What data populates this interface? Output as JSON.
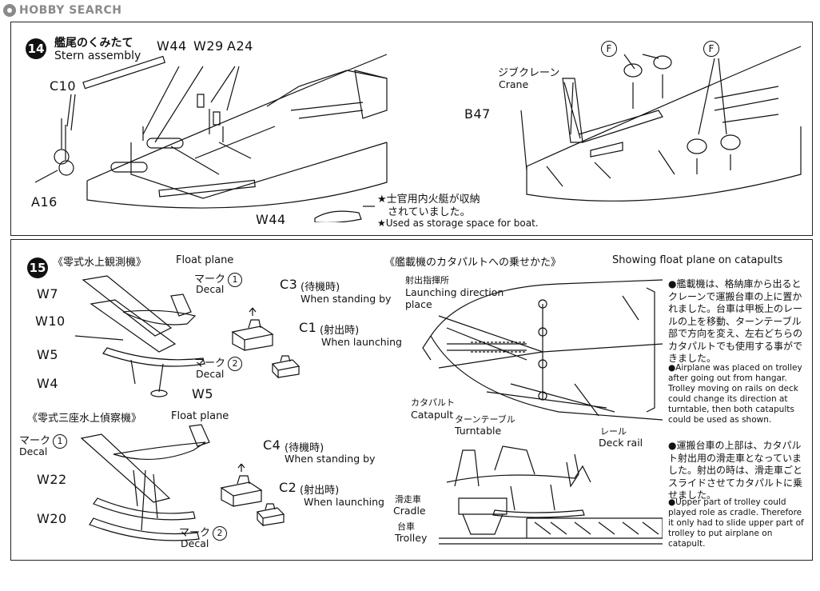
{
  "watermark": {
    "logo": "HOBBY SEARCH"
  },
  "step14": {
    "number": "14",
    "title_jp": "艦尾のくみたて",
    "title_en": "Stern assembly",
    "parts": {
      "w44_top": "W44",
      "w29": "W29",
      "a24": "A24",
      "c10": "C10",
      "a16": "A16",
      "w44_bottom": "W44",
      "b47": "B47",
      "f_left": "F",
      "f_right": "F"
    },
    "crane_jp": "ジブクレーン",
    "crane_en": "Crane",
    "note_jp_1": "★士官用内火艇が収納",
    "note_jp_2": "されていました。",
    "note_en": "★Used as storage space for boat."
  },
  "step15": {
    "number": "15",
    "plane1_jp": "《零式水上観測機》",
    "plane1_en": "Float plane",
    "plane2_jp": "《零式三座水上偵察機》",
    "plane2_en": "Float plane",
    "decal_jp": "マーク",
    "decal_en": "Decal",
    "decal_1": "1",
    "decal_2": "2",
    "parts": {
      "w7": "W7",
      "w10": "W10",
      "w5a": "W5",
      "w4": "W4",
      "w5b": "W5",
      "w22": "W22",
      "w20": "W20",
      "c3": "C3",
      "c1": "C1",
      "c4": "C4",
      "c2": "C2"
    },
    "standing_jp": "(待機時)",
    "standing_en": "When standing by",
    "launching_jp": "(射出時)",
    "launching_en": "When launching",
    "catapult_title_jp": "《艦載機のカタパルトへの乗せかた》",
    "catapult_title_en": "Showing float plane on catapults",
    "labels": {
      "launch_dir_jp": "射出指揮所",
      "launch_dir_en_1": "Launching direction",
      "launch_dir_en_2": "place",
      "catapult_jp": "カタパルト",
      "catapult_en": "Catapult",
      "turntable_jp": "ターンテーブル",
      "turntable_en": "Turntable",
      "rail_jp": "レール",
      "rail_en": "Deck rail",
      "cradle_jp": "滑走車",
      "cradle_en": "Cradle",
      "trolley_jp": "台車",
      "trolley_en": "Trolley"
    },
    "text1_jp": "●艦載機は、格納庫から出るとクレーンで運搬台車の上に置かれました。台車は甲板上のレールの上を移動、ターンテーブル部で方向を変え、左右どちらのカタパルトでも使用する事ができました。",
    "text1_en": "●Airplane was placed on trolley after going out from hangar. Trolley moving on rails on deck could change its direction at turntable, then both catapults could be used as shown.",
    "text2_jp": "●運搬台車の上部は、カタパルト射出用の滑走車となっていました。射出の時は、滑走車ごとスライドさせてカタパルトに乗せました。",
    "text2_en": "●Upper part of trolley could played role as cradle. Therefore it only had to slide upper part of trolley to put airplane on catapult."
  }
}
